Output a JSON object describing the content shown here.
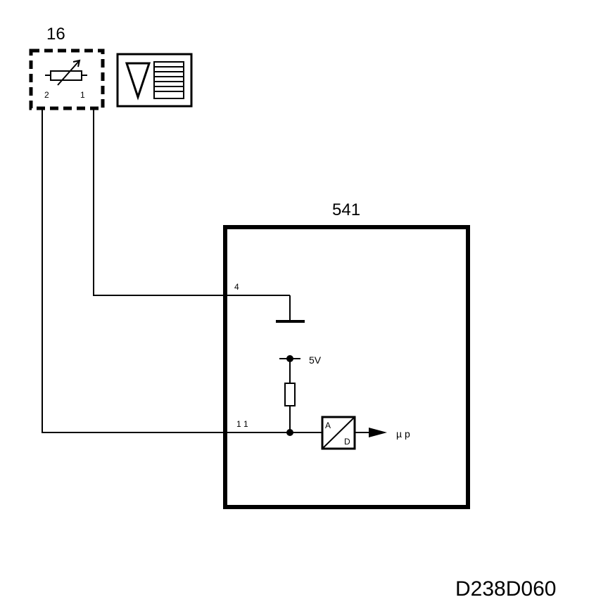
{
  "sensor": {
    "label": "16",
    "pin2": "2",
    "pin1": "1"
  },
  "ecu": {
    "label": "541",
    "pin_ground": "4",
    "pin_signal": "1 1",
    "supply": "5V",
    "converter_in": "A",
    "converter_out": "D",
    "output": "µ p"
  },
  "reference": "D238D060",
  "colors": {
    "line": "#000000",
    "background": "#ffffff"
  },
  "icons": [
    "variable-resistor-icon",
    "temperature-sensor-symbol-icon",
    "ground-icon",
    "resistor-icon",
    "ad-converter-icon",
    "arrow-right-icon"
  ]
}
